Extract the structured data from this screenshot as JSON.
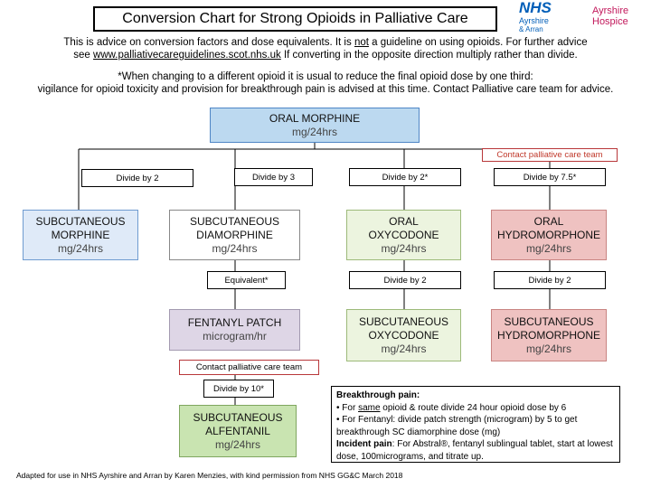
{
  "title": "Conversion Chart for Strong Opioids in Palliative Care",
  "logos": {
    "nhs": "NHS",
    "nhs_sub1": "Ayrshire",
    "nhs_sub2": "& Arran",
    "hospice1": "Ayrshire",
    "hospice2": "Hospice"
  },
  "intro": {
    "line1_a": "This is advice on conversion factors and dose equivalents.  It is ",
    "line1_not": "not",
    "line1_b": " a guideline on using opioids. For further advice",
    "line2_a": "see ",
    "line2_link": "www.palliativecareguidelines.scot.nhs.uk",
    "line2_b": "  If converting in the opposite direction multiply rather than divide."
  },
  "note": {
    "line1": "*When changing to a different opioid it is usual to reduce the final opioid dose by one third:",
    "line2": "vigilance for opioid toxicity and provision for breakthrough pain is advised at this time. Contact Palliative care team for advice."
  },
  "oral_morphine": {
    "name": "ORAL MORPHINE",
    "unit": "mg/24hrs"
  },
  "contact_top": "Contact palliative care  team",
  "divide_labels": {
    "sc_morphine": "Divide by 2",
    "sc_diamorphine": "Divide by 3",
    "oral_oxycodone": "Divide by 2*",
    "oral_hydromorphone": "Divide by 7.5*"
  },
  "sc_morphine": {
    "line1": "SUBCUTANEOUS",
    "line2": "MORPHINE",
    "unit": "mg/24hrs"
  },
  "sc_diamorphine": {
    "line1": "SUBCUTANEOUS",
    "line2": "DIAMORPHINE",
    "unit": "mg/24hrs"
  },
  "oral_oxycodone": {
    "line1": "ORAL",
    "line2": "OXYCODONE",
    "unit": "mg/24hrs"
  },
  "oral_hydromorphone": {
    "line1": "ORAL",
    "line2": "HYDROMORPHONE",
    "unit": "mg/24hrs"
  },
  "second_labels": {
    "equivalent": "Equivalent*",
    "oxy_divide": "Divide by 2",
    "hydro_divide": "Divide by 2"
  },
  "fentanyl_patch": {
    "name": "FENTANYL PATCH",
    "unit": "microgram/hr"
  },
  "sc_oxycodone": {
    "line1": "SUBCUTANEOUS",
    "line2": "OXYCODONE",
    "unit": "mg/24hrs"
  },
  "sc_hydromorphone": {
    "line1": "SUBCUTANEOUS",
    "line2": "HYDROMORPHONE",
    "unit": "mg/24hrs"
  },
  "contact_bottom": "Contact palliative care team",
  "alfentanil_divide": "Divide by 10*",
  "sc_alfentanil": {
    "line1": "SUBCUTANEOUS",
    "line2": "ALFENTANIL",
    "unit": "mg/24hrs"
  },
  "breakthrough": {
    "heading": "Breakthrough pain:",
    "b1_a": "• For ",
    "b1_u": "same",
    "b1_b": " opioid & route divide 24 hour opioid dose by 6",
    "b2": "• For Fentanyl: divide patch strength (microgram) by 5 to get breakthrough SC diamorphine dose (mg)",
    "incident_heading": "Incident pain",
    "incident_text": ": For Abstral®, fentanyl sublingual tablet, start at lowest dose, 100micrograms, and titrate up."
  },
  "footer": "Adapted for use in NHS Ayrshire and Arran by Karen Menzies, with kind permission from NHS GG&C March 2018",
  "colors": {
    "oral_morphine": "#bcd9f0",
    "sc_morphine": "#dfeaf8",
    "diamorphine": "#ffffff",
    "oxycodone": "#ecf4df",
    "hydromorphone": "#efc2c1",
    "fentanyl": "#ded6e6",
    "alfentanil": "#c9e4b1",
    "contact_border": "#b8373a",
    "contact_text": "#c0392b",
    "nhs_blue": "#005eb8",
    "hospice_pink": "#c2185b"
  }
}
